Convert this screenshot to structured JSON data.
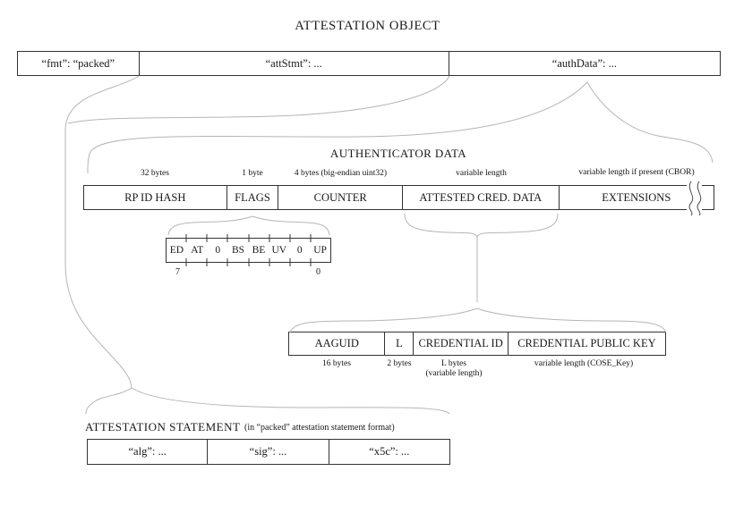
{
  "title": "ATTESTATION OBJECT",
  "attestation_object_row": {
    "cells": [
      {
        "label": "“fmt”: “packed”"
      },
      {
        "label": "“attStmt”: ..."
      },
      {
        "label": "“authData”: ..."
      }
    ]
  },
  "authenticator_data": {
    "title": "AUTHENTICATOR DATA",
    "fields": [
      {
        "label": "RP ID HASH",
        "size": "32 bytes"
      },
      {
        "label": "FLAGS",
        "size": "1 byte"
      },
      {
        "label": "COUNTER",
        "size": "4 bytes (big-endian uint32)"
      },
      {
        "label": "ATTESTED CRED. DATA",
        "size": "variable length"
      },
      {
        "label": "EXTENSIONS",
        "size": "variable length if present (CBOR)"
      }
    ]
  },
  "flags_detail": {
    "bits": [
      "ED",
      "AT",
      "0",
      "BS",
      "BE",
      "UV",
      "0",
      "UP"
    ],
    "high_bit": "7",
    "low_bit": "0"
  },
  "attested_credential_data": {
    "fields": [
      {
        "label": "AAGUID",
        "size": "16 bytes"
      },
      {
        "label": "L",
        "size": "2 bytes"
      },
      {
        "label": "CREDENTIAL ID",
        "size": "L bytes",
        "size2": "(variable length)"
      },
      {
        "label": "CREDENTIAL PUBLIC KEY",
        "size": "variable length (COSE_Key)"
      }
    ]
  },
  "attestation_statement": {
    "title": "ATTESTATION STATEMENT",
    "note": "(in “packed” attestation statement format)",
    "cells": [
      {
        "label": "“alg”: ..."
      },
      {
        "label": "“sig”: ..."
      },
      {
        "label": "“x5c”: ..."
      }
    ]
  }
}
